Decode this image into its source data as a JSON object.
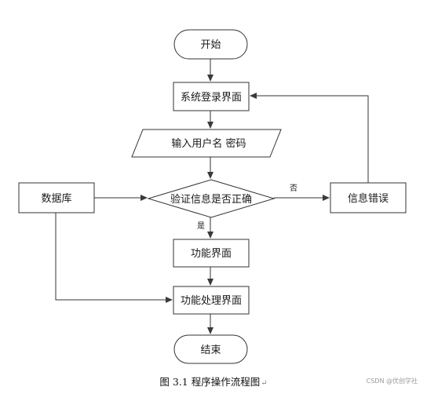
{
  "flowchart": {
    "start": "开始",
    "login_page": "系统登录界面",
    "input": "输入用户名 密码",
    "decision": "验证信息是否正确",
    "database": "数据库",
    "error": "信息错误",
    "function_page": "功能界面",
    "processing_page": "功能处理界面",
    "end": "结束",
    "label_no": "否",
    "label_yes": "是"
  },
  "caption": {
    "text": "图 3.1  程序操作流程图",
    "mark": "↵"
  },
  "watermark": "CSDN @优创学社"
}
